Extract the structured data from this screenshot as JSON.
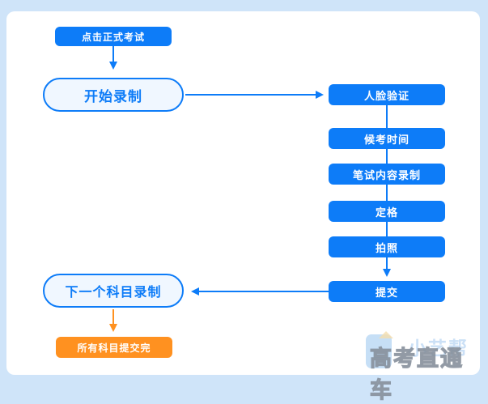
{
  "colors": {
    "bg": "#cfe4f9",
    "card": "#ffffff",
    "blue": "#0d7cf8",
    "orange": "#ff9120",
    "pill_fill": "#f0f7ff",
    "wm_logo": "#bcd9f4"
  },
  "flow": {
    "start_button": "点击正式考试",
    "start_record": "开始录制",
    "steps": [
      "人脸验证",
      "候考时间",
      "笔试内容录制",
      "定格",
      "拍照",
      "提交"
    ],
    "next_subject": "下一个科目录制",
    "all_submitted": "所有科目提交完"
  },
  "watermark": {
    "brand": "高考直通车",
    "app": "小艺帮"
  }
}
